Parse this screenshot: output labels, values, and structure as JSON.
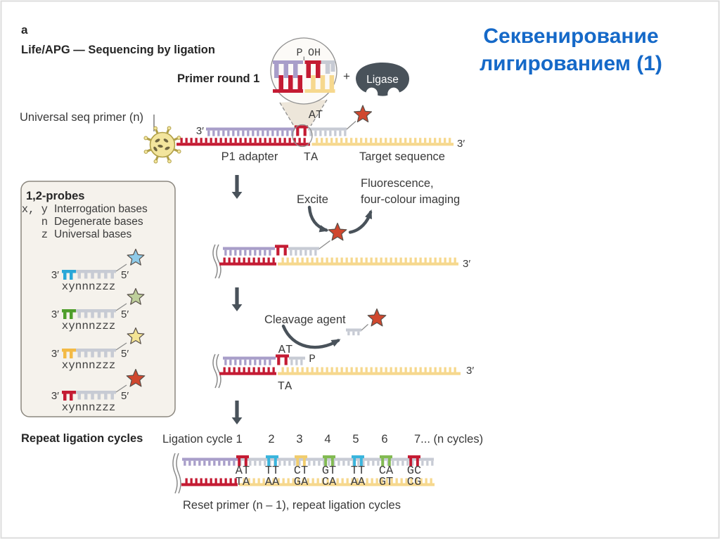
{
  "title_line1": "Секвенирование",
  "title_line2": "лигированием (1)",
  "panel": {
    "label": "a",
    "heading": "Life/APG — Sequencing by ligation"
  },
  "top": {
    "primer_round": "Primer round 1",
    "phosphate": "P",
    "hydroxyl": "OH",
    "plus": "+",
    "ligase": "Ligase",
    "universal_primer": "Universal seq primer (n)",
    "three_prime_left": "3′",
    "three_prime_right": "3′",
    "at": "AT",
    "ta": "TA",
    "p1_adapter": "P1 adapter",
    "target_sequence": "Target sequence"
  },
  "excite": {
    "excite": "Excite",
    "fluor1": "Fluorescence,",
    "fluor2": "four-colour imaging",
    "three_prime": "3′"
  },
  "cleavage": {
    "label": "Cleavage agent",
    "at": "AT",
    "p": "P",
    "ta": "TA",
    "three_prime": "3′"
  },
  "probes_box": {
    "title": "1,2-probes",
    "legend": [
      {
        "symbol": "x, y",
        "label": "Interrogation bases"
      },
      {
        "symbol": "n",
        "label": "Degenerate bases"
      },
      {
        "symbol": "z",
        "label": "Universal bases"
      }
    ],
    "three_prime": "3′",
    "five_prime": "5′",
    "probes": [
      {
        "name": "blue-probe",
        "seq": "xynnnzzz",
        "teeth": "#29a7d7",
        "star": "#8fcbe9"
      },
      {
        "name": "green-probe",
        "seq": "xynnnzzz",
        "teeth": "#4f9e2c",
        "star": "#becf9b"
      },
      {
        "name": "yellow-probe",
        "seq": "xynnnzzz",
        "teeth": "#f3ba45",
        "star": "#f4e494"
      },
      {
        "name": "red-probe",
        "seq": "xynnnzzz",
        "teeth": "#c41b33",
        "star": "#d0472e"
      }
    ]
  },
  "cycles": {
    "heading": "Repeat ligation cycles",
    "ligation_cycle": "Ligation cycle 1",
    "numbers": [
      "2",
      "3",
      "4",
      "5",
      "6"
    ],
    "tail": "7... (n cycles)",
    "pairs": [
      {
        "top": "AT",
        "bottom": "TA",
        "color": "#c41b33"
      },
      {
        "top": "TT",
        "bottom": "AA",
        "color": "#3ab5dd"
      },
      {
        "top": "CT",
        "bottom": "GA",
        "color": "#f1cd6e"
      },
      {
        "top": "GT",
        "bottom": "CA",
        "color": "#82ba52"
      },
      {
        "top": "TT",
        "bottom": "AA",
        "color": "#3ab5dd"
      },
      {
        "top": "CA",
        "bottom": "GT",
        "color": "#82ba52"
      },
      {
        "top": "GC",
        "bottom": "CG",
        "color": "#c41b33"
      }
    ],
    "reset": "Reset primer (n – 1), repeat ligation cycles"
  },
  "colors": {
    "title": "#1569c8",
    "slate": "#49525a",
    "purple": "#a89ec9",
    "red": "#c41b33",
    "yellow": "#f6d88e",
    "gray": "#c7cbd4",
    "star_red": "#d0472e",
    "box_bg": "#f5f2ec",
    "box_stroke": "#8b877f",
    "bead": "#f3e59d",
    "bead_stroke": "#b1a04a",
    "bead_spot": "#6f6540",
    "cone": "#e9e0d1",
    "circle_bg": "#fcfaf7",
    "border": "#dcdcdc"
  }
}
